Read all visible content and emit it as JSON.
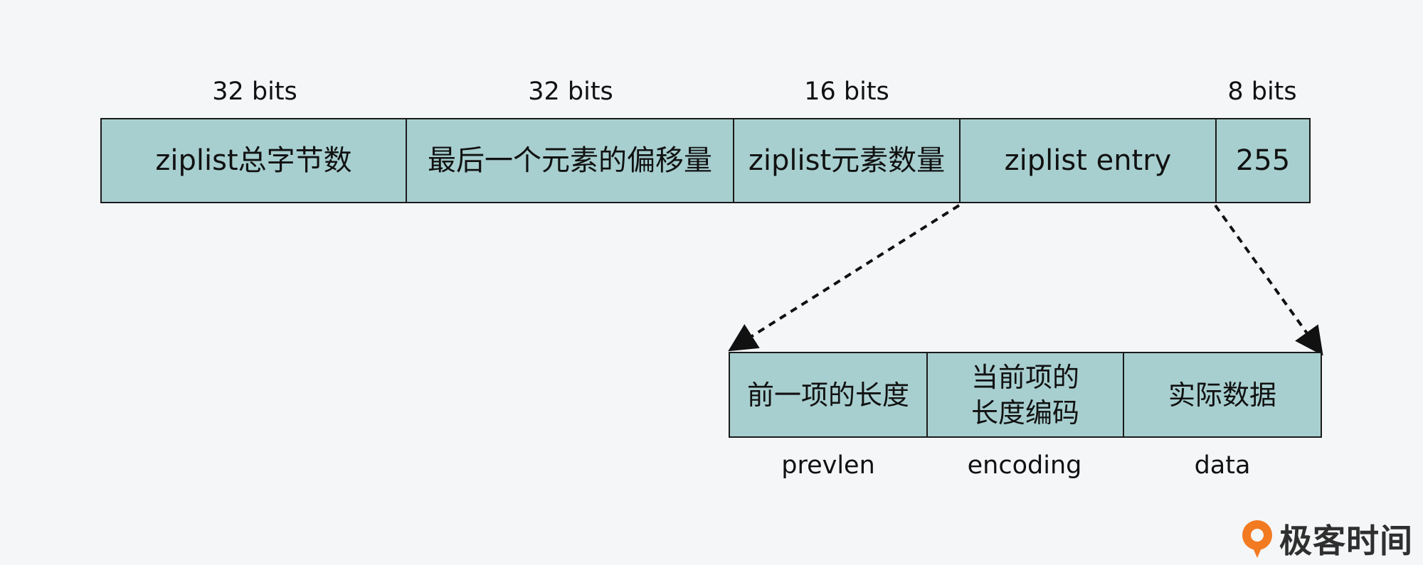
{
  "top": {
    "size_labels": [
      "32 bits",
      "32 bits",
      "16 bits",
      "8 bits"
    ],
    "cells": [
      "ziplist总字节数",
      "最后一个元素的偏移量",
      "ziplist元素数量",
      "ziplist entry",
      "255"
    ]
  },
  "entry": {
    "cells": [
      {
        "line1": "前一项的长度",
        "line2": ""
      },
      {
        "line1": "当前项的",
        "line2": "长度编码"
      },
      {
        "line1": "实际数据",
        "line2": ""
      }
    ],
    "field_labels": [
      "prevlen",
      "encoding",
      "data"
    ]
  },
  "logo": {
    "text": "极客时间"
  },
  "colors": {
    "cell_fill": "#a8cfd0",
    "border": "#1a1a1a",
    "logo_accent": "#f27a21"
  },
  "icons": [
    "geekbang-logo-icon"
  ]
}
